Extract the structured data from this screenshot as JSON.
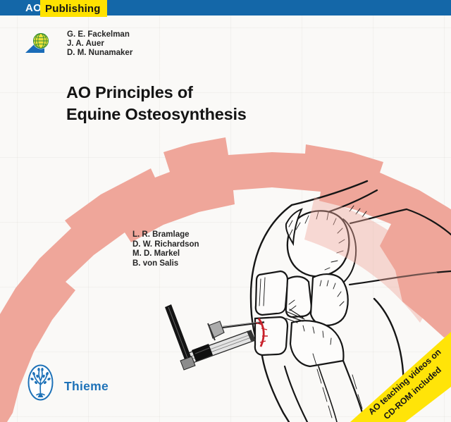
{
  "publisher_bar": {
    "brand": "AO",
    "division": "Publishing"
  },
  "authors_primary": [
    "G. E. Fackelman",
    "J. A. Auer",
    "D. M. Nunamaker"
  ],
  "title": {
    "line1": "AO Principles of",
    "line2": "Equine Osteosynthesis"
  },
  "authors_contributing": [
    "L. R. Bramlage",
    "D. W. Richardson",
    "M. D. Markel",
    "B. von Salis"
  ],
  "publisher": {
    "name": "Thieme"
  },
  "banner": {
    "line1": "AO teaching videos on",
    "line2": "CD-ROM included"
  },
  "icons": {
    "ao_compass": "blue triangle with yellow-green globe",
    "thieme_tree": "blue oval with tree",
    "illustration": "equine hock joint line drawing with needle, trocar and red fracture line"
  },
  "colors": {
    "bar_blue": "#1467a8",
    "bar_yellow": "#ffe200",
    "arc_salmon": "#efa69a",
    "fracture_red": "#c8202a",
    "thieme_blue": "#1e72b8",
    "banner_yellow": "#ffe408"
  }
}
